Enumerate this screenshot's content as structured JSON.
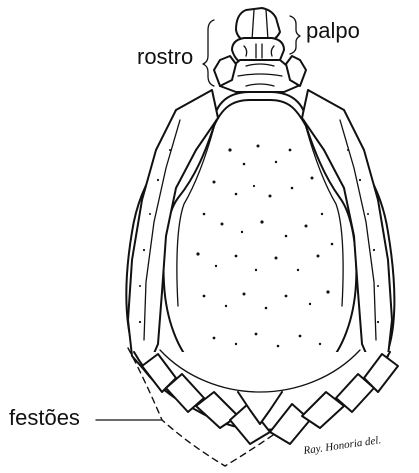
{
  "labels": {
    "palpo": "palpo",
    "rostro": "rostro",
    "festoes": "festões"
  },
  "signature": "Ray. Honoria del.",
  "colors": {
    "ink": "#111111",
    "paper": "#ffffff"
  }
}
